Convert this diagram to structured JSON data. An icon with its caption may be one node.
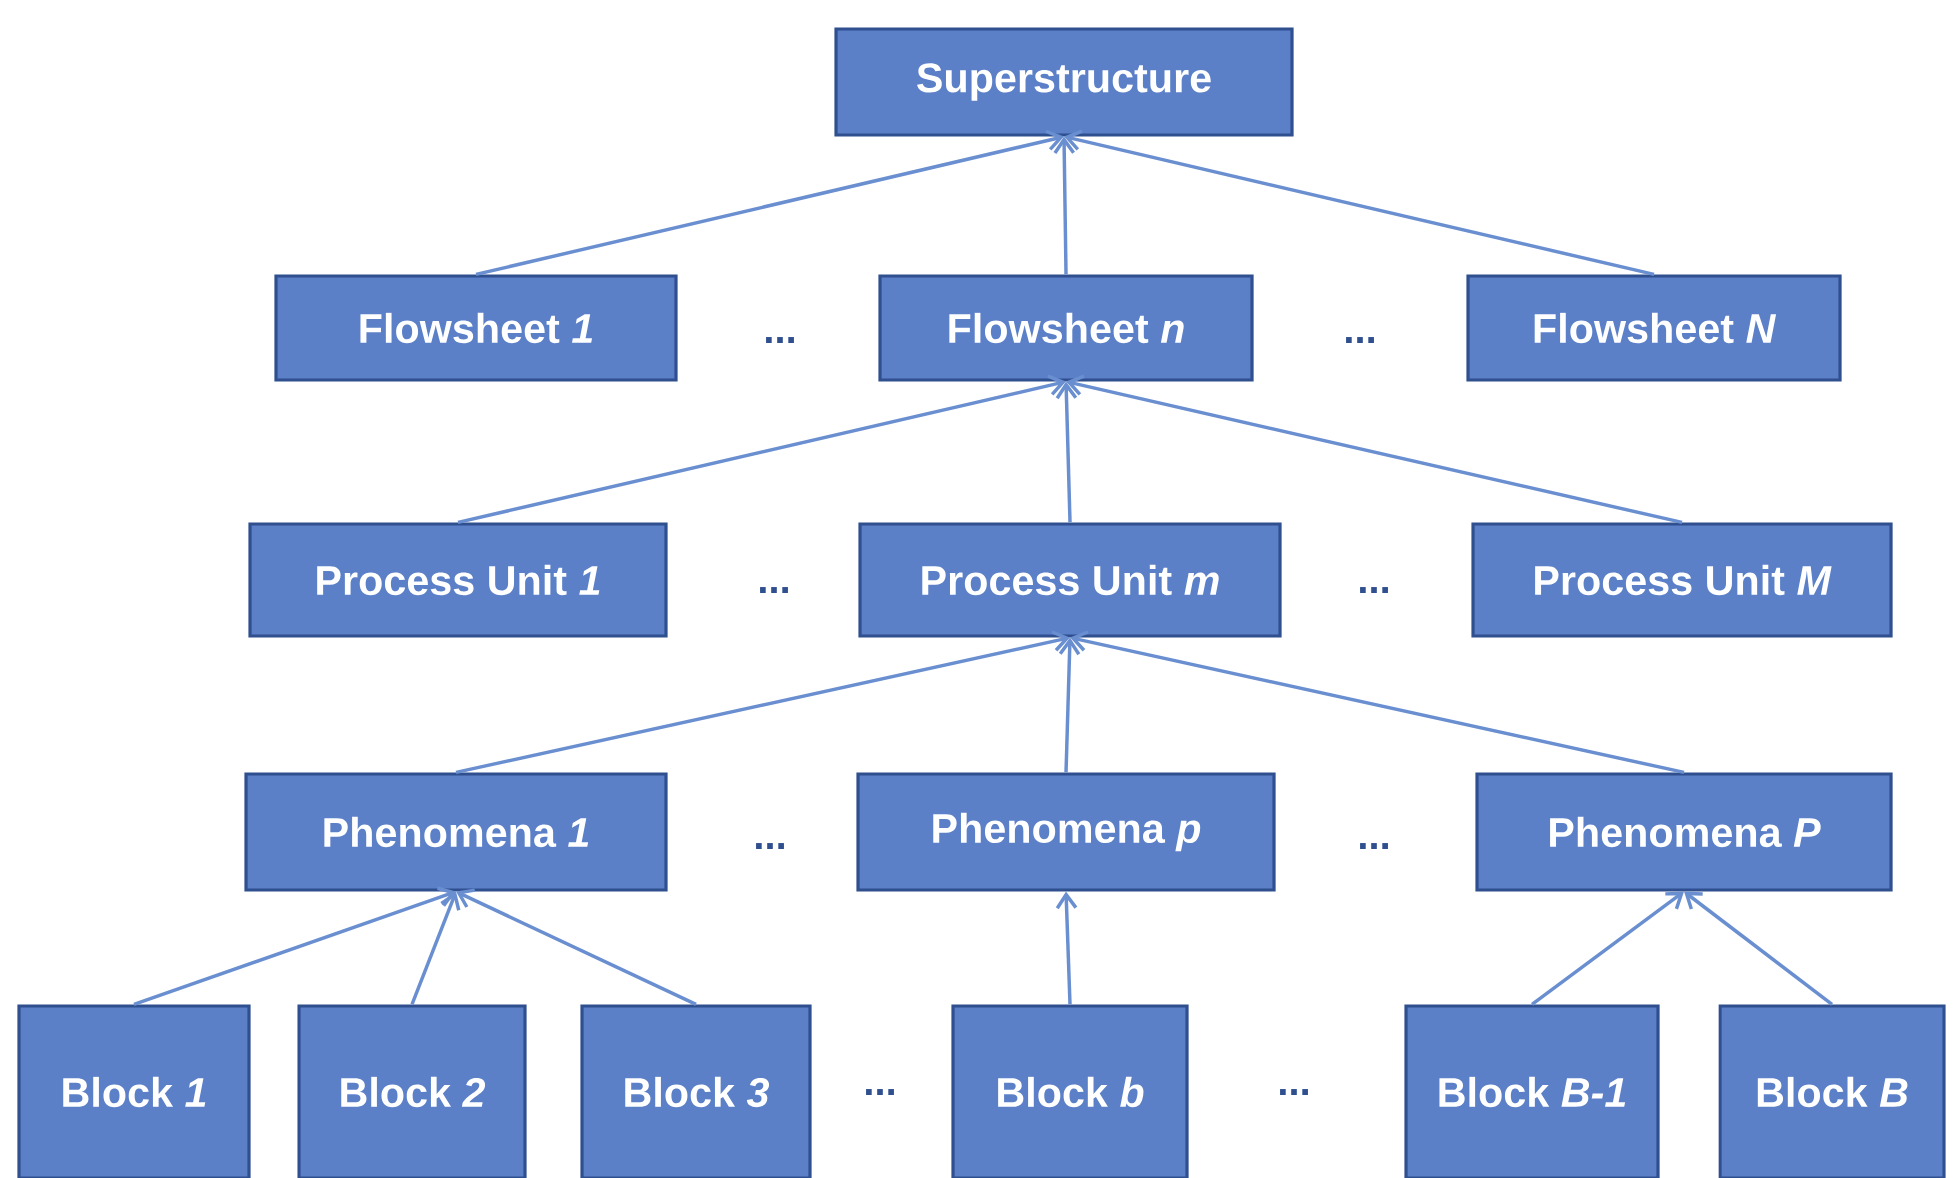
{
  "diagram": {
    "nodes": [
      {
        "text": [
          "Superstructure"
        ]
      },
      {
        "text": [
          "Flowsheet *1*"
        ]
      },
      {
        "text": [
          "Flowsheet *n*"
        ]
      },
      {
        "text": [
          "Flowsheet *N*"
        ]
      },
      {
        "text": [
          "Process Unit *1*"
        ]
      },
      {
        "text": [
          "Process Unit *m*"
        ]
      },
      {
        "text": [
          "Process Unit *M*"
        ]
      },
      {
        "text": [
          "Phenomena *1*"
        ]
      },
      {
        "text": [
          "Phenomena *p*"
        ]
      },
      {
        "text": [
          "Phenomena *P*"
        ]
      },
      {
        "text": [
          "Block *1*"
        ]
      },
      {
        "text": [
          "Block *2*"
        ]
      },
      {
        "text": [
          "Block *3*"
        ]
      },
      {
        "text": [
          "Block *b*"
        ]
      },
      {
        "text": [
          "Block *B-1*"
        ]
      },
      {
        "text": [
          "Block *B*"
        ]
      }
    ],
    "edges": [
      {
        "from": 1,
        "to": 0,
        "arrow": "to"
      },
      {
        "from": 2,
        "to": 0,
        "arrow": "to"
      },
      {
        "from": 3,
        "to": 0,
        "arrow": "to"
      },
      {
        "from": 4,
        "to": 2,
        "arrow": "to"
      },
      {
        "from": 5,
        "to": 2,
        "arrow": "to"
      },
      {
        "from": 6,
        "to": 2,
        "arrow": "to"
      },
      {
        "from": 7,
        "to": 5,
        "arrow": "to"
      },
      {
        "from": 8,
        "to": 5,
        "arrow": "to"
      },
      {
        "from": 9,
        "to": 5,
        "arrow": "to"
      },
      {
        "from": 10,
        "to": 7,
        "arrow": "to"
      },
      {
        "from": 11,
        "to": 7,
        "arrow": "to"
      },
      {
        "from": 12,
        "to": 7,
        "arrow": "to"
      },
      {
        "from": 13,
        "to": 8,
        "arrow": "to"
      },
      {
        "from": 14,
        "to": 9,
        "arrow": "to"
      },
      {
        "from": 15,
        "to": 9,
        "arrow": "to"
      }
    ],
    "labels": [
      "...",
      "...",
      "...",
      "...",
      "...",
      "...",
      "...",
      "..."
    ]
  }
}
